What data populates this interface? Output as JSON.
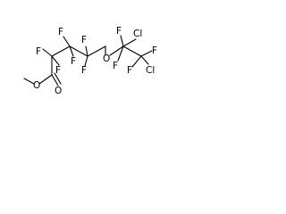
{
  "atoms": {
    "f_c2_up": "F",
    "f_c2_down": "F",
    "f_c3_up": "F",
    "f_c3_down": "F",
    "f_c4_up": "F",
    "f_c4_down": "F",
    "o_ester_carbonyl": "O",
    "o_ester_link": "O",
    "o_ether": "O",
    "f_c5_up": "F",
    "f_c5_down": "F",
    "cl_c5": "Cl",
    "f_c6_right": "F",
    "f_c6_down": "F",
    "cl_c6": "Cl"
  }
}
